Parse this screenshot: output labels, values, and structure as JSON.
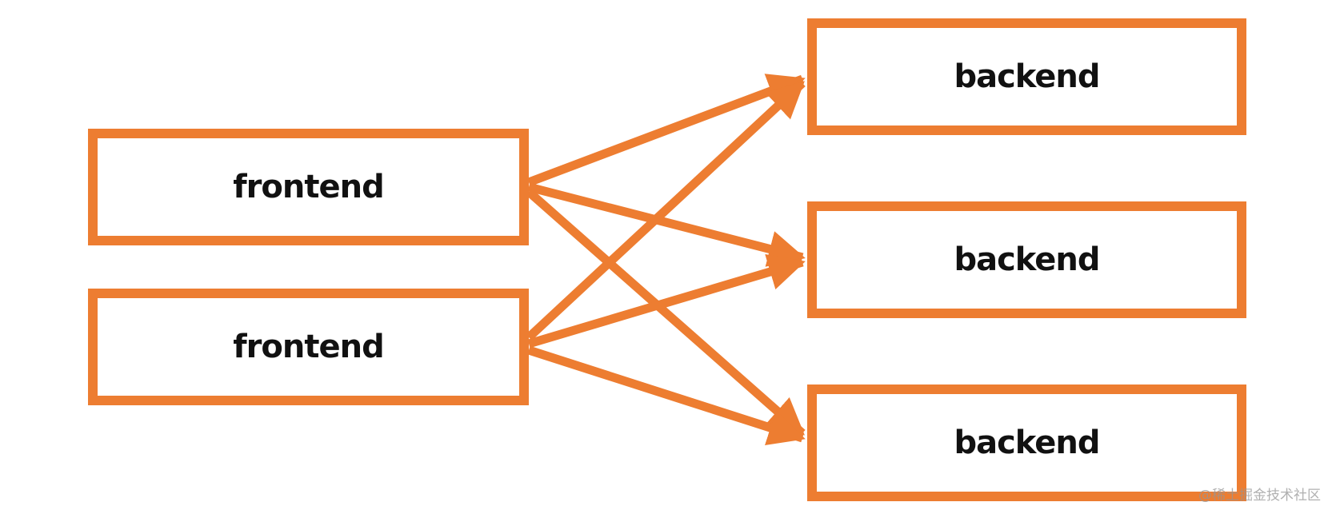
{
  "diagram": {
    "frontends": [
      {
        "label": "frontend"
      },
      {
        "label": "frontend"
      }
    ],
    "backends": [
      {
        "label": "backend"
      },
      {
        "label": "backend"
      },
      {
        "label": "backend"
      }
    ],
    "connections": [
      {
        "from": "frontend-1",
        "to": "backend-1"
      },
      {
        "from": "frontend-1",
        "to": "backend-2"
      },
      {
        "from": "frontend-1",
        "to": "backend-3"
      },
      {
        "from": "frontend-2",
        "to": "backend-1"
      },
      {
        "from": "frontend-2",
        "to": "backend-2"
      },
      {
        "from": "frontend-2",
        "to": "backend-3"
      }
    ],
    "colors": {
      "accent": "#ED7D31",
      "text": "#111111",
      "background": "#ffffff"
    }
  },
  "watermark": "@稀土掘金技术社区"
}
